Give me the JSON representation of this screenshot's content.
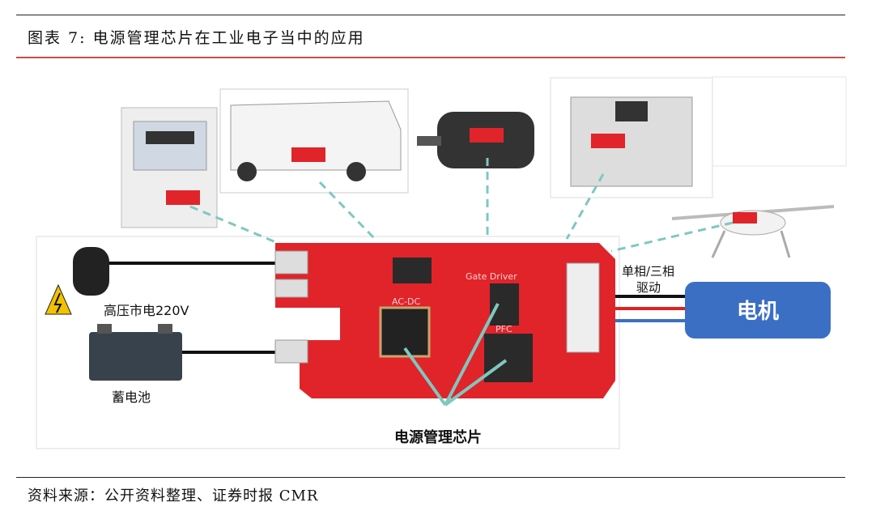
{
  "figure": {
    "title": "图表 7:  电源管理芯片在工业电子当中的应用",
    "source": "资料来源：公开资料整理、证券时报 CMR"
  },
  "diagram": {
    "pcb_labels": {
      "gate_driver": "Gate Driver",
      "ac_dc": "AC-DC",
      "pfc": "PFC"
    },
    "high_voltage_label": "高压市电220V",
    "battery_label": "蓄电池",
    "drive_label_line1": "单相/三相",
    "drive_label_line2": "驱动",
    "motor_label": "电机",
    "chip_label": "电源管理芯片",
    "colors": {
      "pcb": "#e0242a",
      "arrow": "#7ec8c0",
      "motor_box": "#3b6fc4"
    }
  }
}
